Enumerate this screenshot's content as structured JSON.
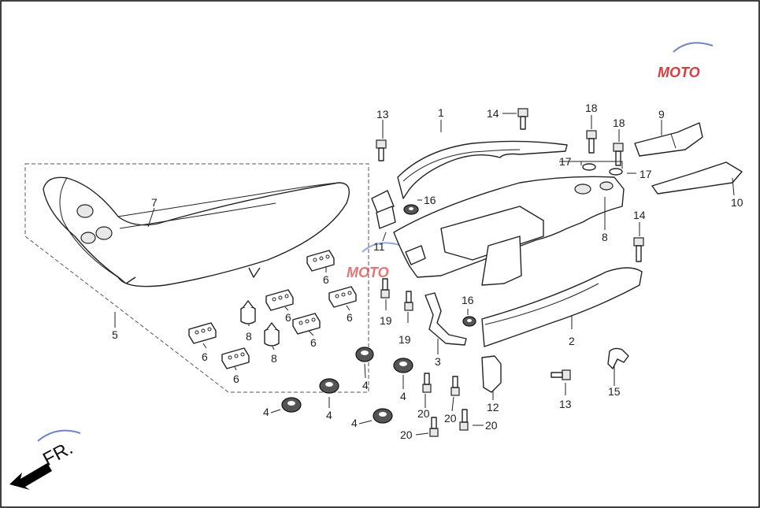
{
  "front_indicator": {
    "label": "FR."
  },
  "watermark": {
    "text": "MOTO"
  },
  "colors": {
    "line": "#222222",
    "fill": "#ffffff",
    "accent_blue": "#6f7fd1",
    "accent_red": "#e03a3a",
    "frame": "#000000"
  },
  "callouts": [
    {
      "id": "c1",
      "text": "1"
    },
    {
      "id": "c2",
      "text": "2"
    },
    {
      "id": "c3",
      "text": "3"
    },
    {
      "id": "c4a",
      "text": "4"
    },
    {
      "id": "c4b",
      "text": "4"
    },
    {
      "id": "c4c",
      "text": "4"
    },
    {
      "id": "c4d",
      "text": "4"
    },
    {
      "id": "c4e",
      "text": "4"
    },
    {
      "id": "c5",
      "text": "5"
    },
    {
      "id": "c6a",
      "text": "6"
    },
    {
      "id": "c6b",
      "text": "6"
    },
    {
      "id": "c6c",
      "text": "6"
    },
    {
      "id": "c6d",
      "text": "6"
    },
    {
      "id": "c6e",
      "text": "6"
    },
    {
      "id": "c6f",
      "text": "6"
    },
    {
      "id": "c7",
      "text": "7"
    },
    {
      "id": "c8a",
      "text": "8"
    },
    {
      "id": "c8b",
      "text": "8"
    },
    {
      "id": "c8c",
      "text": "8"
    },
    {
      "id": "c9",
      "text": "9"
    },
    {
      "id": "c10",
      "text": "10"
    },
    {
      "id": "c11",
      "text": "11"
    },
    {
      "id": "c12",
      "text": "12"
    },
    {
      "id": "c13a",
      "text": "13"
    },
    {
      "id": "c13b",
      "text": "13"
    },
    {
      "id": "c14a",
      "text": "14"
    },
    {
      "id": "c14b",
      "text": "14"
    },
    {
      "id": "c15",
      "text": "15"
    },
    {
      "id": "c16a",
      "text": "16"
    },
    {
      "id": "c16b",
      "text": "16"
    },
    {
      "id": "c17a",
      "text": "17"
    },
    {
      "id": "c17b",
      "text": "17"
    },
    {
      "id": "c18a",
      "text": "18"
    },
    {
      "id": "c18b",
      "text": "18"
    },
    {
      "id": "c19a",
      "text": "19"
    },
    {
      "id": "c19b",
      "text": "19"
    },
    {
      "id": "c20a",
      "text": "20"
    },
    {
      "id": "c20b",
      "text": "20"
    },
    {
      "id": "c20c",
      "text": "20"
    },
    {
      "id": "c20d",
      "text": "20"
    }
  ]
}
